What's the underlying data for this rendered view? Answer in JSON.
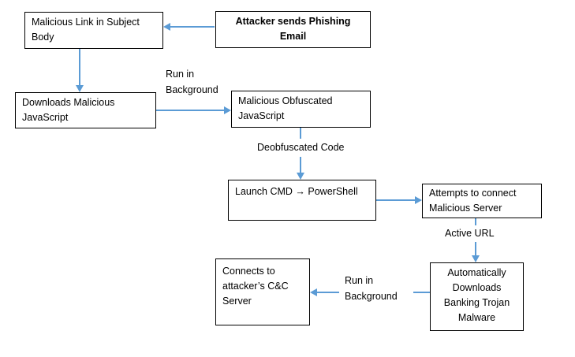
{
  "colors": {
    "arrow": "#5B9BD5",
    "node_border": "#000000",
    "text": "#000000",
    "background": "#FFFFFF"
  },
  "nodes": {
    "phishing_email": {
      "label": "Attacker sends Phishing\nEmail"
    },
    "malicious_link": {
      "label": "Malicious Link in Subject\nBody"
    },
    "downloads_js": {
      "label": "Downloads Malicious\nJavaScript"
    },
    "obfuscated_js": {
      "label": "Malicious Obfuscated\nJavaScript"
    },
    "launch_cmd": {
      "label": "Launch CMD → PowerShell"
    },
    "attempts_connect": {
      "label": "Attempts to connect\nMalicious Server"
    },
    "auto_download": {
      "label": "Automatically\nDownloads\nBanking Trojan\nMalware"
    },
    "cc_server": {
      "label": "Connects to\nattacker’s C&C\nServer"
    }
  },
  "edge_labels": {
    "run_in_background_top": "Run in\nBackground",
    "deobfuscated_code": "Deobfuscated Code",
    "active_url": "Active URL",
    "run_in_background_bottom": "Run in\nBackground"
  }
}
